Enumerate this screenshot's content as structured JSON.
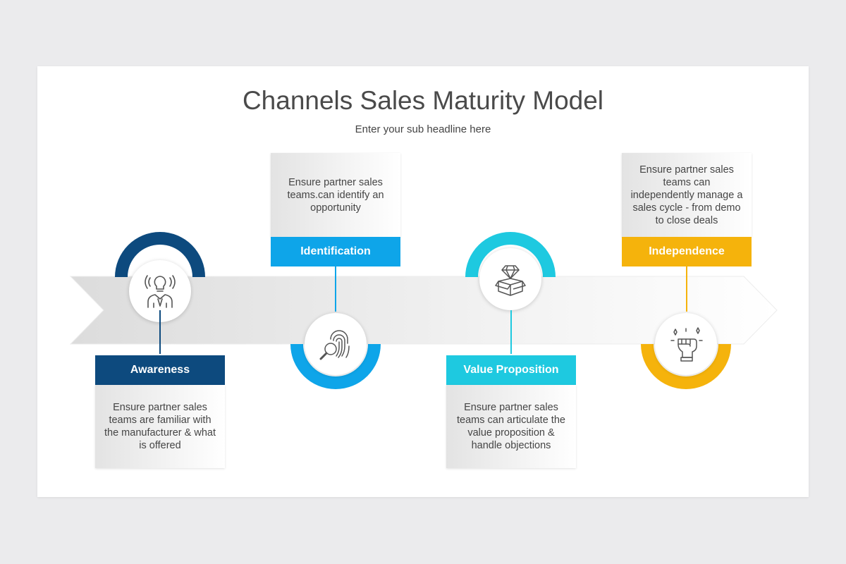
{
  "title": "Channels Sales Maturity Model",
  "subtitle": "Enter your sub headline here",
  "colors": {
    "awareness": "#0d4a7e",
    "identification": "#0ea5e9",
    "value_proposition": "#1ec9e0",
    "independence": "#f5b30c"
  },
  "stages": [
    {
      "label": "Awareness",
      "description": "Ensure partner sales teams are familiar with the manufacturer & what is offered",
      "icon": "lightbulb-person-icon"
    },
    {
      "label": "Identification",
      "description": "Ensure partner sales teams.can identify an opportunity",
      "icon": "fingerprint-magnifier-icon"
    },
    {
      "label": "Value Proposition",
      "description": "Ensure partner sales teams can articulate the value proposition & handle objections",
      "icon": "diamond-box-icon"
    },
    {
      "label": "Independence",
      "description": "Ensure partner sales teams can independently manage a sales cycle - from demo to close deals",
      "icon": "raised-fist-icon"
    }
  ]
}
